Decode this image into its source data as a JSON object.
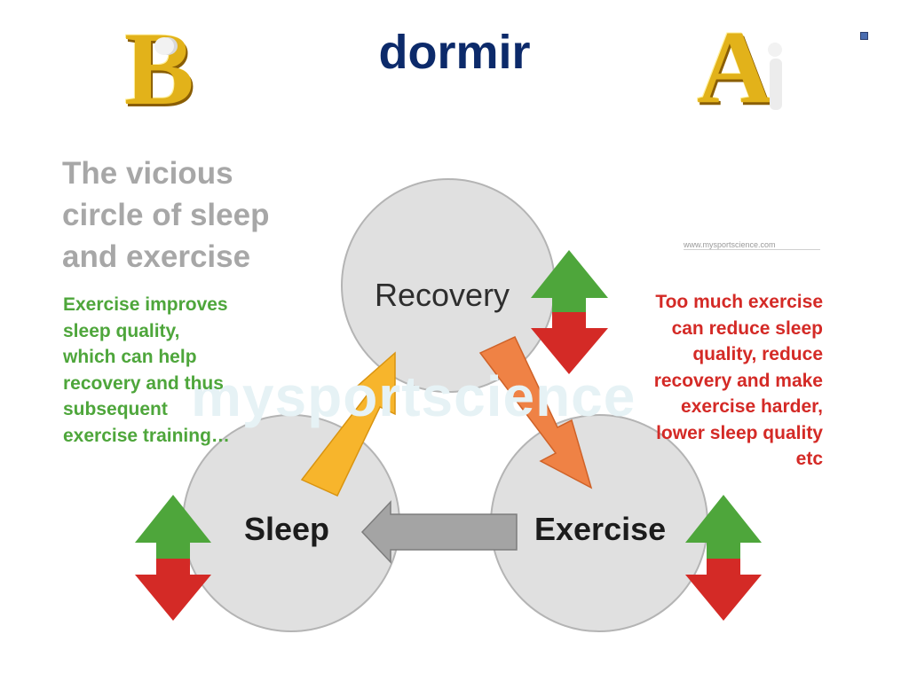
{
  "slide": {
    "title": "dormir",
    "logo_left_letter": "B",
    "logo_right_letter": "A"
  },
  "diagram": {
    "heading_lines": [
      "The vicious",
      "circle of sleep",
      "and exercise"
    ],
    "green_text_lines": [
      "Exercise improves",
      "sleep quality,",
      "which can help",
      "recovery and thus",
      "subsequent",
      "exercise training…"
    ],
    "red_text_lines": [
      "Too much exercise",
      "can reduce sleep",
      "quality, reduce",
      "recovery and make",
      "exercise harder,",
      "lower sleep quality",
      "etc"
    ],
    "watermark": "mysportscience",
    "url": "www.mysportscience.com",
    "nodes": {
      "recovery": "Recovery",
      "sleep": "Sleep",
      "exercise": "Exercise"
    }
  },
  "colors": {
    "title": "#0c2a6a",
    "heading": "#a7a7a7",
    "green": "#4ea63b",
    "red": "#d42a26",
    "circle_fill": "#e0e0e0",
    "circle_stroke": "#b3b3b3",
    "arrow_yellow": "#f7b52c",
    "arrow_orange": "#ef8245",
    "arrow_gray": "#a2a2a2",
    "gold": "#e3b418"
  }
}
